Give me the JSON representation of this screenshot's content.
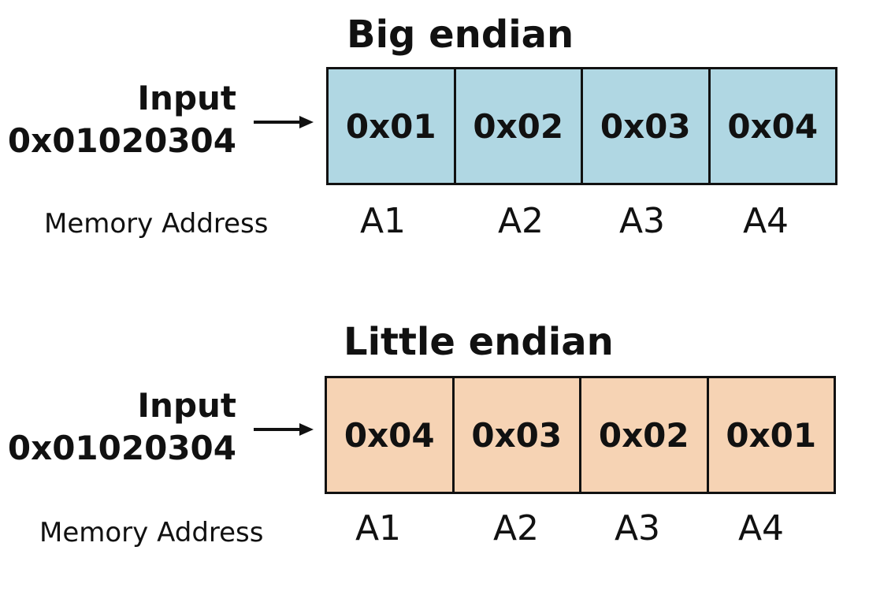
{
  "colors": {
    "big_endian_fill": "#b0d7e3",
    "little_endian_fill": "#f6d3b4",
    "border": "#111111",
    "text": "#111111"
  },
  "diagrams": [
    {
      "title": "Big endian",
      "input_label": "Input",
      "input_value": "0x01020304",
      "memory_address_label": "Memory Address",
      "cells": [
        "0x01",
        "0x02",
        "0x03",
        "0x04"
      ],
      "addresses": [
        "A1",
        "A2",
        "A3",
        "A4"
      ]
    },
    {
      "title": "Little endian",
      "input_label": "Input",
      "input_value": "0x01020304",
      "memory_address_label": "Memory Address",
      "cells": [
        "0x04",
        "0x03",
        "0x02",
        "0x01"
      ],
      "addresses": [
        "A1",
        "A2",
        "A3",
        "A4"
      ]
    }
  ]
}
